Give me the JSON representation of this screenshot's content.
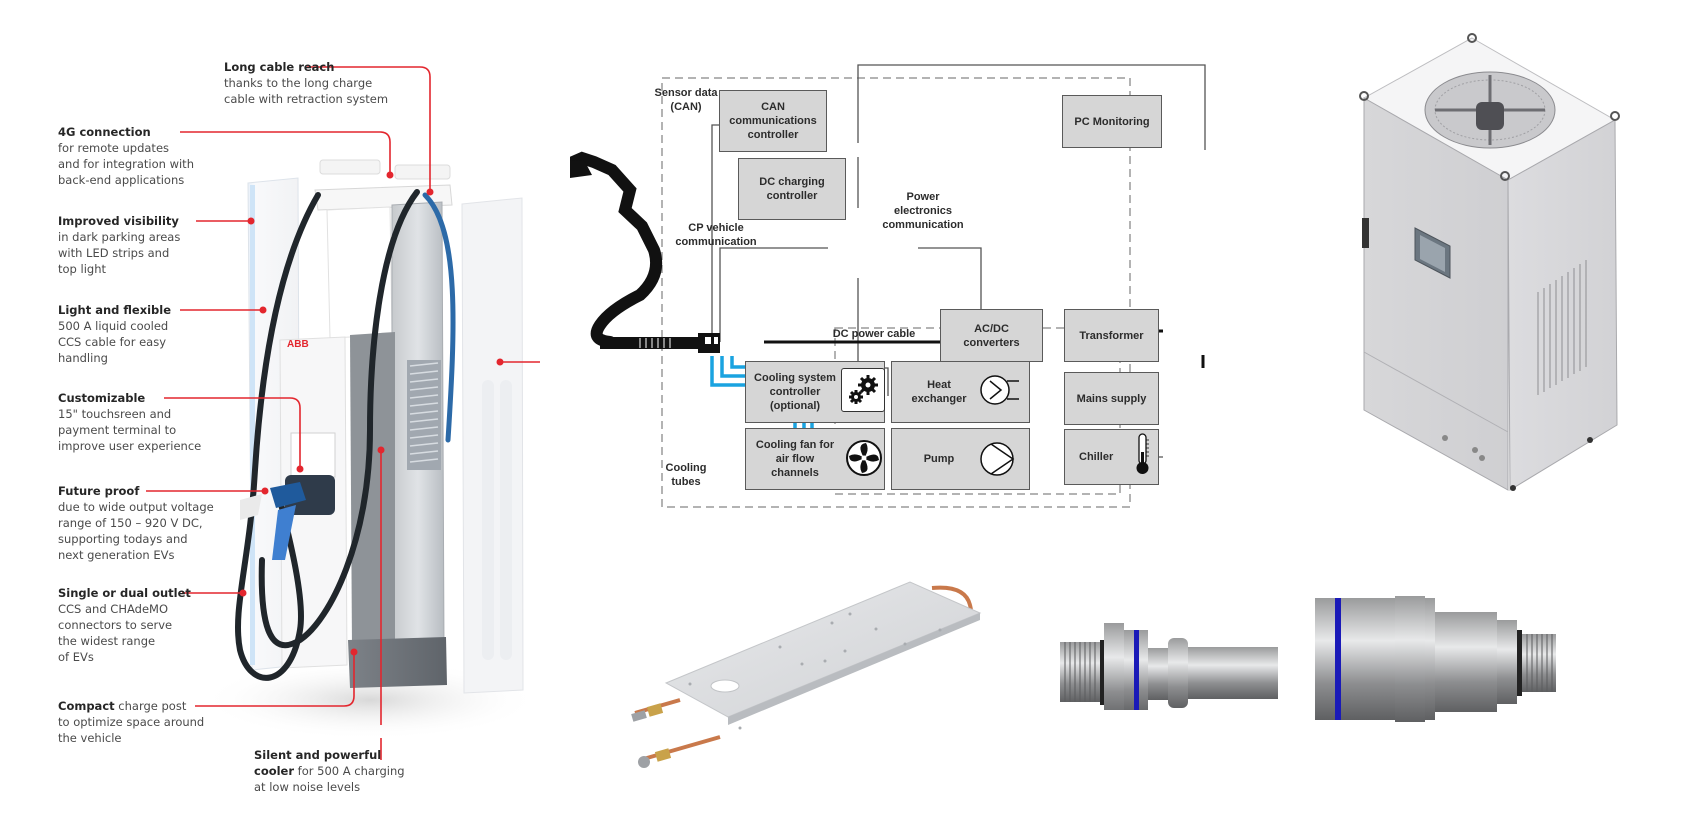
{
  "charger": {
    "brand_logo": "ABB",
    "callouts": [
      {
        "title": "Long cable reach",
        "desc": "thanks to the long charge\ncable with retraction system"
      },
      {
        "title": "4G connection",
        "desc": "for remote updates\nand for integration with\nback-end applications"
      },
      {
        "title": "Improved visibility",
        "desc": "in dark parking areas\nwith LED strips and\ntop light"
      },
      {
        "title": "Light and flexible",
        "desc": "500 A liquid cooled\nCCS cable for easy\nhandling"
      },
      {
        "title": "Customizable",
        "desc": "15\" touchsreen and\npayment terminal to\nimprove user experience"
      },
      {
        "title": "Future proof",
        "desc": "due to wide output voltage\nrange of 150 – 920 V DC,\nsupporting todays and\nnext generation EVs"
      },
      {
        "title": "Single or dual outlet",
        "desc": "CCS and CHAdeMO\nconnectors to serve\nthe widest range\nof EVs"
      },
      {
        "title": "Compact",
        "inline": " charge post",
        "desc": "to optimize space around\nthe vehicle"
      },
      {
        "title": "Silent and powerful\ncooler",
        "inline": " for 500 A charging",
        "desc": "at low noise levels"
      }
    ],
    "accent_color": "#e3262e"
  },
  "diagram": {
    "blocks": {
      "can": "CAN\ncommunications\ncontroller",
      "dc": "DC charging\ncontroller",
      "pc": "PC Monitoring",
      "acdc": "AC/DC\nconverters",
      "transformer": "Transformer",
      "mains": "Mains supply",
      "cooling_ctrl": "Cooling system\ncontroller\n(optional)",
      "heat_ex": "Heat\nexchanger",
      "fan": "Cooling fan for\nair flow\nchannels",
      "pump": "Pump",
      "chiller": "Chiller"
    },
    "labels": {
      "sensor": "Sensor data\n(CAN)",
      "cp": "CP vehicle\ncommunication",
      "power_el": "Power\nelectronics\ncommunication",
      "dc_cable": "DC power cable",
      "cooling_tubes": "Cooling\ntubes"
    },
    "colors": {
      "tube": "#1aa3e0",
      "block": "#d6d6d6"
    }
  },
  "products": {
    "chiller_cabinet": "chiller-cabinet",
    "cold_plate": "cold-plate",
    "coupling_plug": "coupling-plug",
    "coupling_socket": "coupling-socket",
    "ring_color": "#1a1ab8"
  }
}
